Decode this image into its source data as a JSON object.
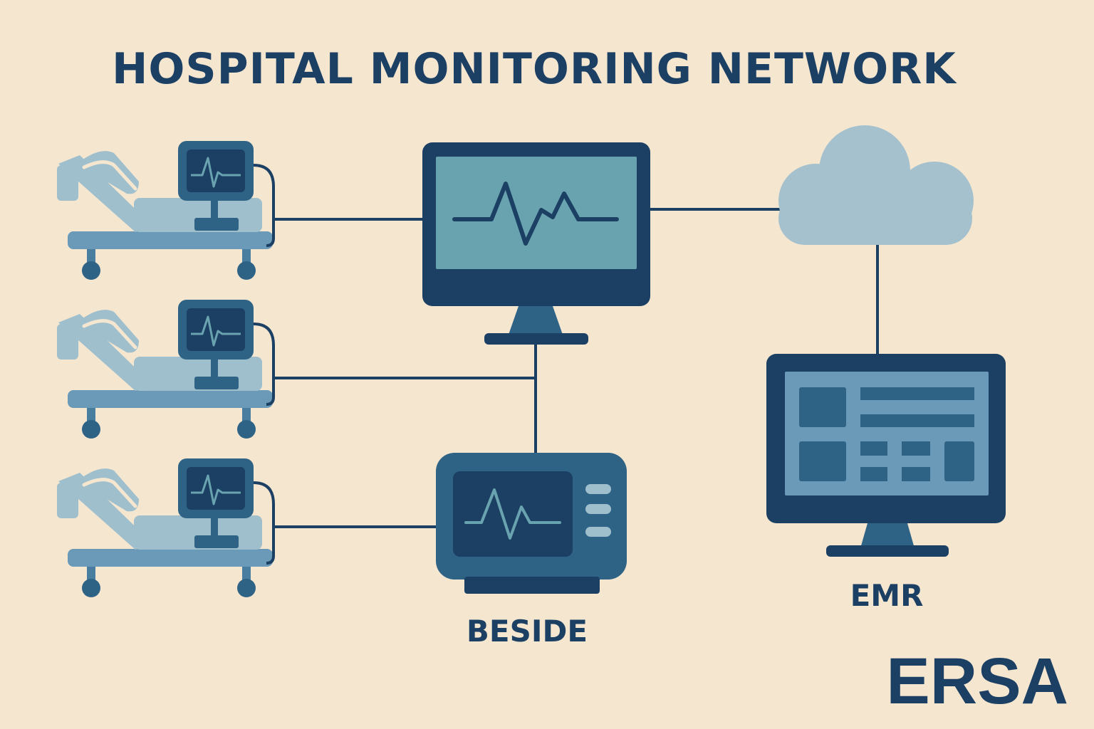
{
  "title": "HOSPITAL MONITORING NETWORK",
  "labels": {
    "bedside_monitor": "BESIDE",
    "emr": "EMR"
  },
  "brand": "ERSA",
  "colors": {
    "background": "#f5e6d0",
    "dark_navy": "#1c3f64",
    "mid_blue": "#2e6385",
    "screen_teal": "#6aa3b0",
    "light_blue": "#9fbfcd",
    "cloud": "#a5c1cd"
  },
  "icons": {
    "beds": "hospital-bed-icon",
    "central": "central-monitor-icon",
    "bedside": "bedside-monitor-icon",
    "cloud": "cloud-icon",
    "emr": "emr-computer-icon"
  }
}
